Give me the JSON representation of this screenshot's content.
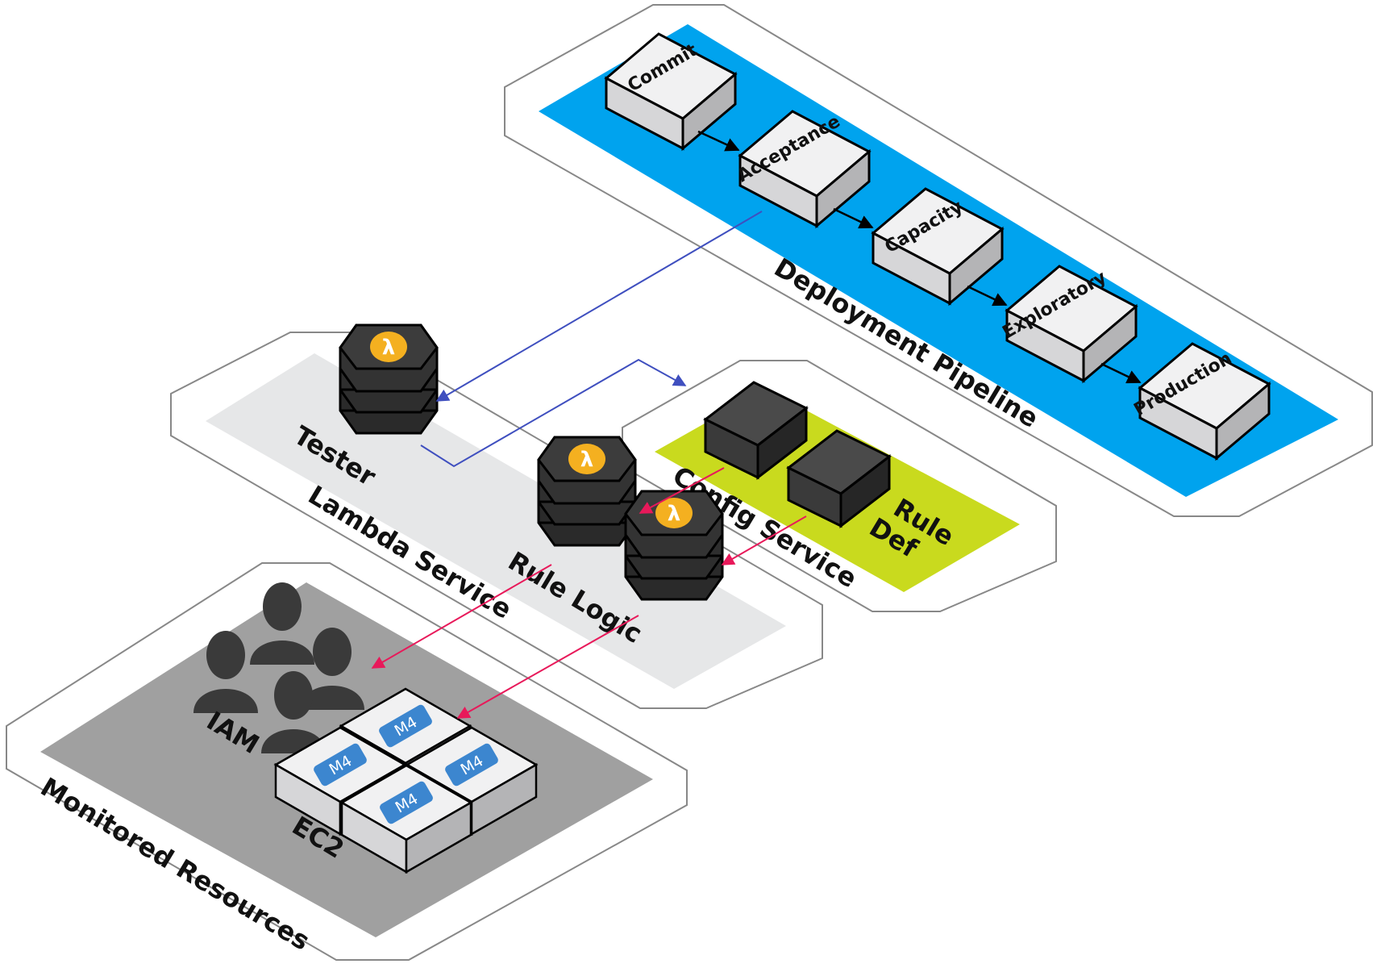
{
  "zones": {
    "deployment_pipeline": {
      "label": "Deployment Pipeline",
      "color": "#00A3EE"
    },
    "lambda_service": {
      "label": "Lambda Service",
      "color": "#E6E7E8"
    },
    "config_service": {
      "label": "Config Service",
      "color": "#C9DA1E"
    },
    "monitored_resources": {
      "label": "Monitored Resources",
      "color": "#A0A0A0"
    }
  },
  "pipeline_stages": [
    "Commit",
    "Acceptance",
    "Capacity",
    "Exploratory",
    "Production"
  ],
  "lambda": {
    "tester_label": "Tester",
    "rule_logic_label": "Rule Logic",
    "icon": "lambda-icon",
    "icon_glyph": "λ",
    "icon_color": "#F4B020"
  },
  "config": {
    "rule_def_line1": "Rule",
    "rule_def_line2": "Def"
  },
  "resources": {
    "iam_label": "IAM",
    "ec2_label": "EC2",
    "instance_badge": "M4",
    "badge_color": "#3C86CF"
  },
  "arrows": {
    "deploy_color": "#3F4FBF",
    "rule_color": "#E8195A",
    "pipeline_color": "#000000"
  }
}
